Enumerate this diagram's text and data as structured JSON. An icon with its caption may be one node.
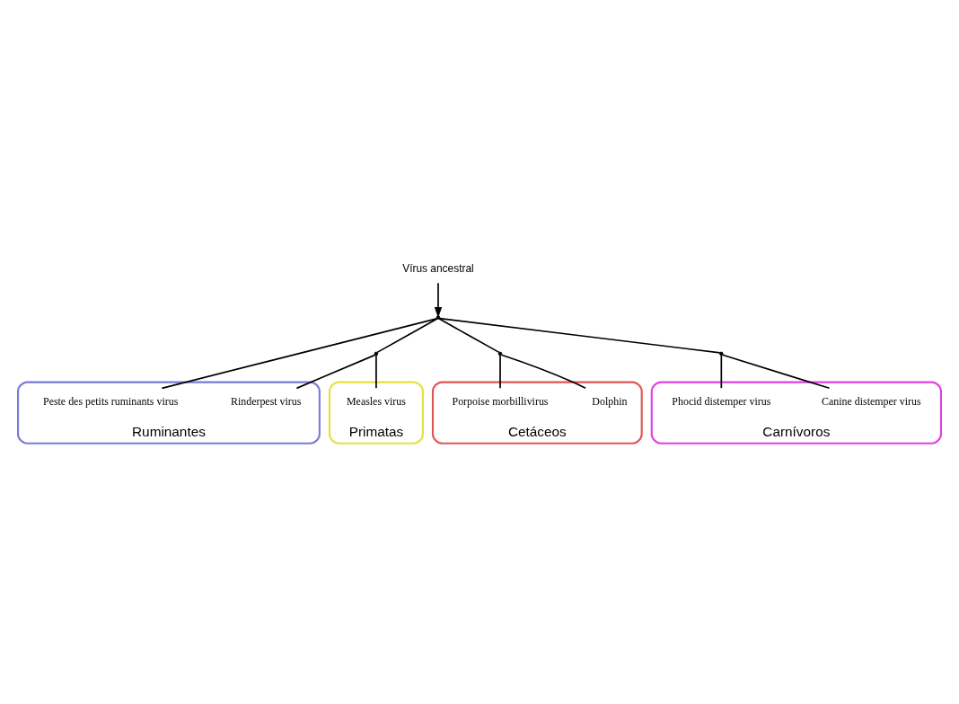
{
  "diagram": {
    "nodes": [
      {
        "text": [
          "Cetáceos"
        ]
      },
      {
        "text": [
          "Dolphin"
        ],
        "in": 0
      },
      {
        "text": [
          "Porpoise morbillivirus"
        ],
        "in": 0
      },
      {
        "text": [
          "Primatas"
        ]
      },
      {
        "text": [
          "Measles virus"
        ],
        "in": 3
      },
      {
        "text": [
          "Ruminantes"
        ]
      },
      {
        "text": [
          "Rinderpest virus"
        ],
        "in": 5
      },
      {
        "text": [
          "Peste des petits ruminants virus"
        ],
        "in": 5
      },
      {
        "text": [
          "Carnívoros"
        ]
      },
      {
        "text": [
          "Canine distemper virus"
        ],
        "in": 8
      },
      {
        "text": [
          "Phocid distemper virus"
        ],
        "in": 8
      },
      {
        "text": [
          "Vírus ancestral"
        ]
      },
      {
        "text": [],
        "shape": "point"
      },
      {
        "text": [],
        "shape": "point"
      },
      {
        "text": [],
        "shape": "point"
      },
      {
        "text": [],
        "shape": "point"
      }
    ],
    "edges": [
      {
        "from": 11,
        "to": 12,
        "arrow": "to"
      },
      {
        "from": 12,
        "to": 14,
        "arrow": "none"
      },
      {
        "from": 14,
        "to": 1,
        "arrow": "none"
      },
      {
        "from": 14,
        "to": 2,
        "arrow": "none"
      },
      {
        "from": 12,
        "to": 13,
        "arrow": "none"
      },
      {
        "from": 13,
        "to": 4,
        "arrow": "none"
      },
      {
        "from": 13,
        "to": 6,
        "arrow": "none"
      },
      {
        "from": 12,
        "to": 7,
        "arrow": "none"
      },
      {
        "from": 12,
        "to": 15,
        "arrow": "none"
      },
      {
        "from": 15,
        "to": 9,
        "arrow": "none"
      },
      {
        "from": 15,
        "to": 10,
        "arrow": "none"
      }
    ]
  }
}
